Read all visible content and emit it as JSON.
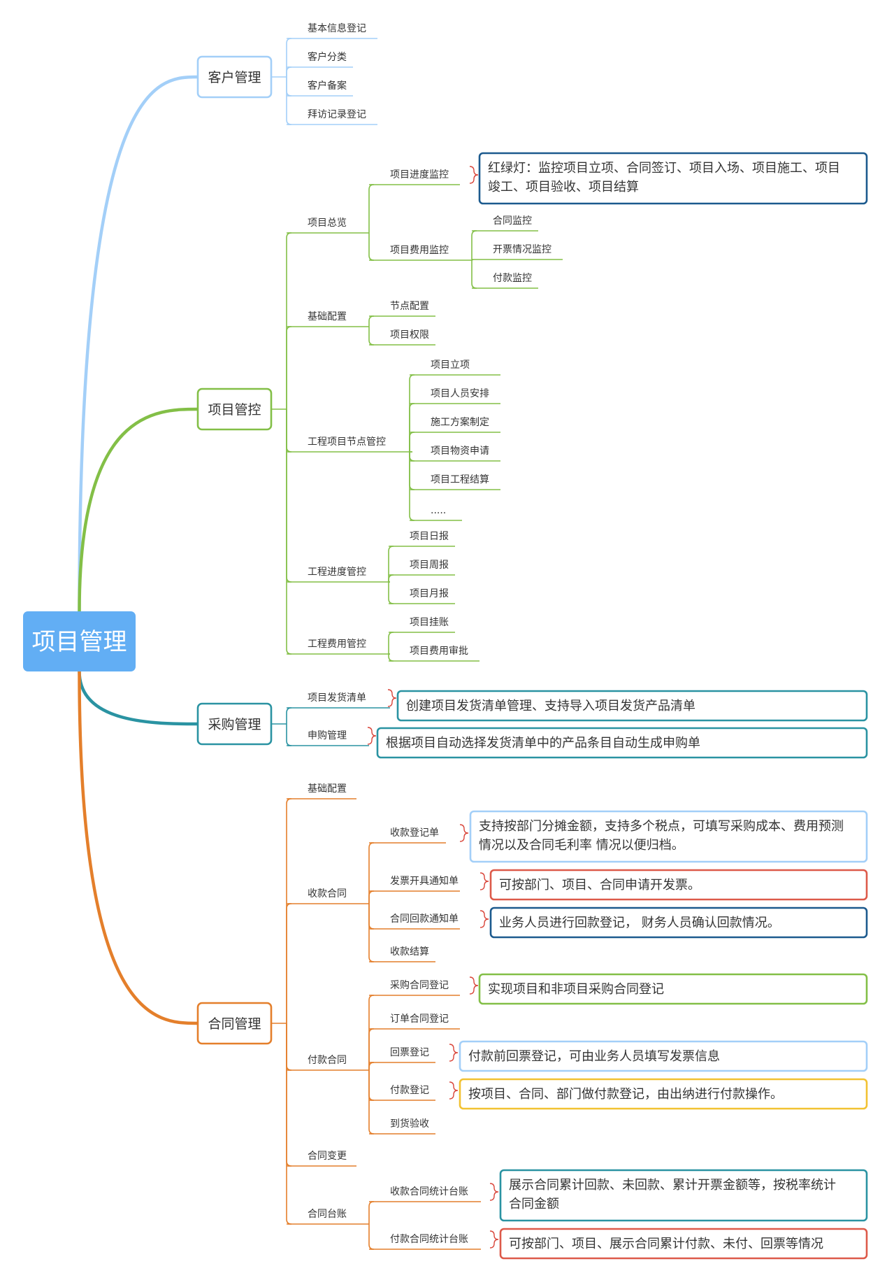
{
  "root": {
    "label": "项目管理",
    "color": "#62aef4"
  },
  "branches": [
    {
      "label": "客户管理",
      "color": "#a3cff8",
      "children": [
        {
          "label": "基本信息登记"
        },
        {
          "label": "客户分类"
        },
        {
          "label": "客户备案"
        },
        {
          "label": "拜访记录登记"
        }
      ]
    },
    {
      "label": "项目管控",
      "color": "#83bf47",
      "children": [
        {
          "label": "项目总览",
          "children": [
            {
              "label": "项目进度监控",
              "note": {
                "lines": [
                  "红绿灯：监控项目立项、合同签订、项目入场、项目施工、项目",
                  "竣工、项目验收、项目结算"
                ],
                "color": "#1c5a8e"
              }
            },
            {
              "label": "项目费用监控",
              "children": [
                {
                  "label": "合同监控"
                },
                {
                  "label": "开票情况监控"
                },
                {
                  "label": "付款监控"
                }
              ]
            }
          ]
        },
        {
          "label": "基础配置",
          "children": [
            {
              "label": "节点配置"
            },
            {
              "label": "项目权限"
            }
          ]
        },
        {
          "label": "工程项目节点管控",
          "children": [
            {
              "label": "项目立项"
            },
            {
              "label": "项目人员安排"
            },
            {
              "label": "施工方案制定"
            },
            {
              "label": "项目物资申请"
            },
            {
              "label": "项目工程结算"
            },
            {
              "label": "....."
            }
          ]
        },
        {
          "label": "工程进度管控",
          "children": [
            {
              "label": "项目日报"
            },
            {
              "label": "项目周报"
            },
            {
              "label": "项目月报"
            }
          ]
        },
        {
          "label": "工程费用管控",
          "children": [
            {
              "label": "项目挂账"
            },
            {
              "label": "项目费用审批"
            }
          ]
        }
      ]
    },
    {
      "label": "采购管理",
      "color": "#2a93a2",
      "children": [
        {
          "label": "项目发货清单",
          "note": {
            "lines": [
              "创建项目发货清单管理、支持导入项目发货产品清单"
            ],
            "color": "#2a93a2"
          }
        },
        {
          "label": "申购管理",
          "note": {
            "lines": [
              "根据项目自动选择发货清单中的产品条目自动生成申购单"
            ],
            "color": "#2a93a2"
          }
        }
      ]
    },
    {
      "label": "合同管理",
      "color": "#e47f2b",
      "children": [
        {
          "label": "基础配置"
        },
        {
          "label": "收款合同",
          "children": [
            {
              "label": "收款登记单",
              "note": {
                "lines": [
                  "支持按部门分摊金额，支持多个税点，可填写采购成本、费用预测",
                  "情况以及合同毛利率 情况以便归档。"
                ],
                "color": "#a3cff8"
              }
            },
            {
              "label": "发票开具通知单",
              "note": {
                "lines": [
                  "可按部门、项目、合同申请开发票。"
                ],
                "color": "#dd5a4a"
              }
            },
            {
              "label": "合同回款通知单",
              "note": {
                "lines": [
                  "业务人员进行回款登记， 财务人员确认回款情况。"
                ],
                "color": "#1c5a8e"
              }
            },
            {
              "label": "收款结算"
            }
          ]
        },
        {
          "label": "付款合同",
          "children": [
            {
              "label": "采购合同登记",
              "note": {
                "lines": [
                  "实现项目和非项目采购合同登记"
                ],
                "color": "#83bf47"
              }
            },
            {
              "label": "订单合同登记"
            },
            {
              "label": "回票登记",
              "note": {
                "lines": [
                  "付款前回票登记，可由业务人员填写发票信息"
                ],
                "color": "#a3cff8"
              }
            },
            {
              "label": "付款登记",
              "note": {
                "lines": [
                  "按项目、合同、部门做付款登记，由出纳进行付款操作。"
                ],
                "color": "#f2c232"
              }
            },
            {
              "label": "到货验收"
            }
          ]
        },
        {
          "label": "合同变更"
        },
        {
          "label": "合同台账",
          "children": [
            {
              "label": "收款合同统计台账",
              "note": {
                "lines": [
                  "展示合同累计回款、未回款、累计开票金额等，按税率统计",
                  "合同金额"
                ],
                "color": "#2a93a2"
              }
            },
            {
              "label": "付款合同统计台账",
              "note": {
                "lines": [
                  "可按部门、项目、展示合同累计付款、未付、回票等情况"
                ],
                "color": "#dd5a4a"
              }
            }
          ]
        }
      ]
    }
  ]
}
